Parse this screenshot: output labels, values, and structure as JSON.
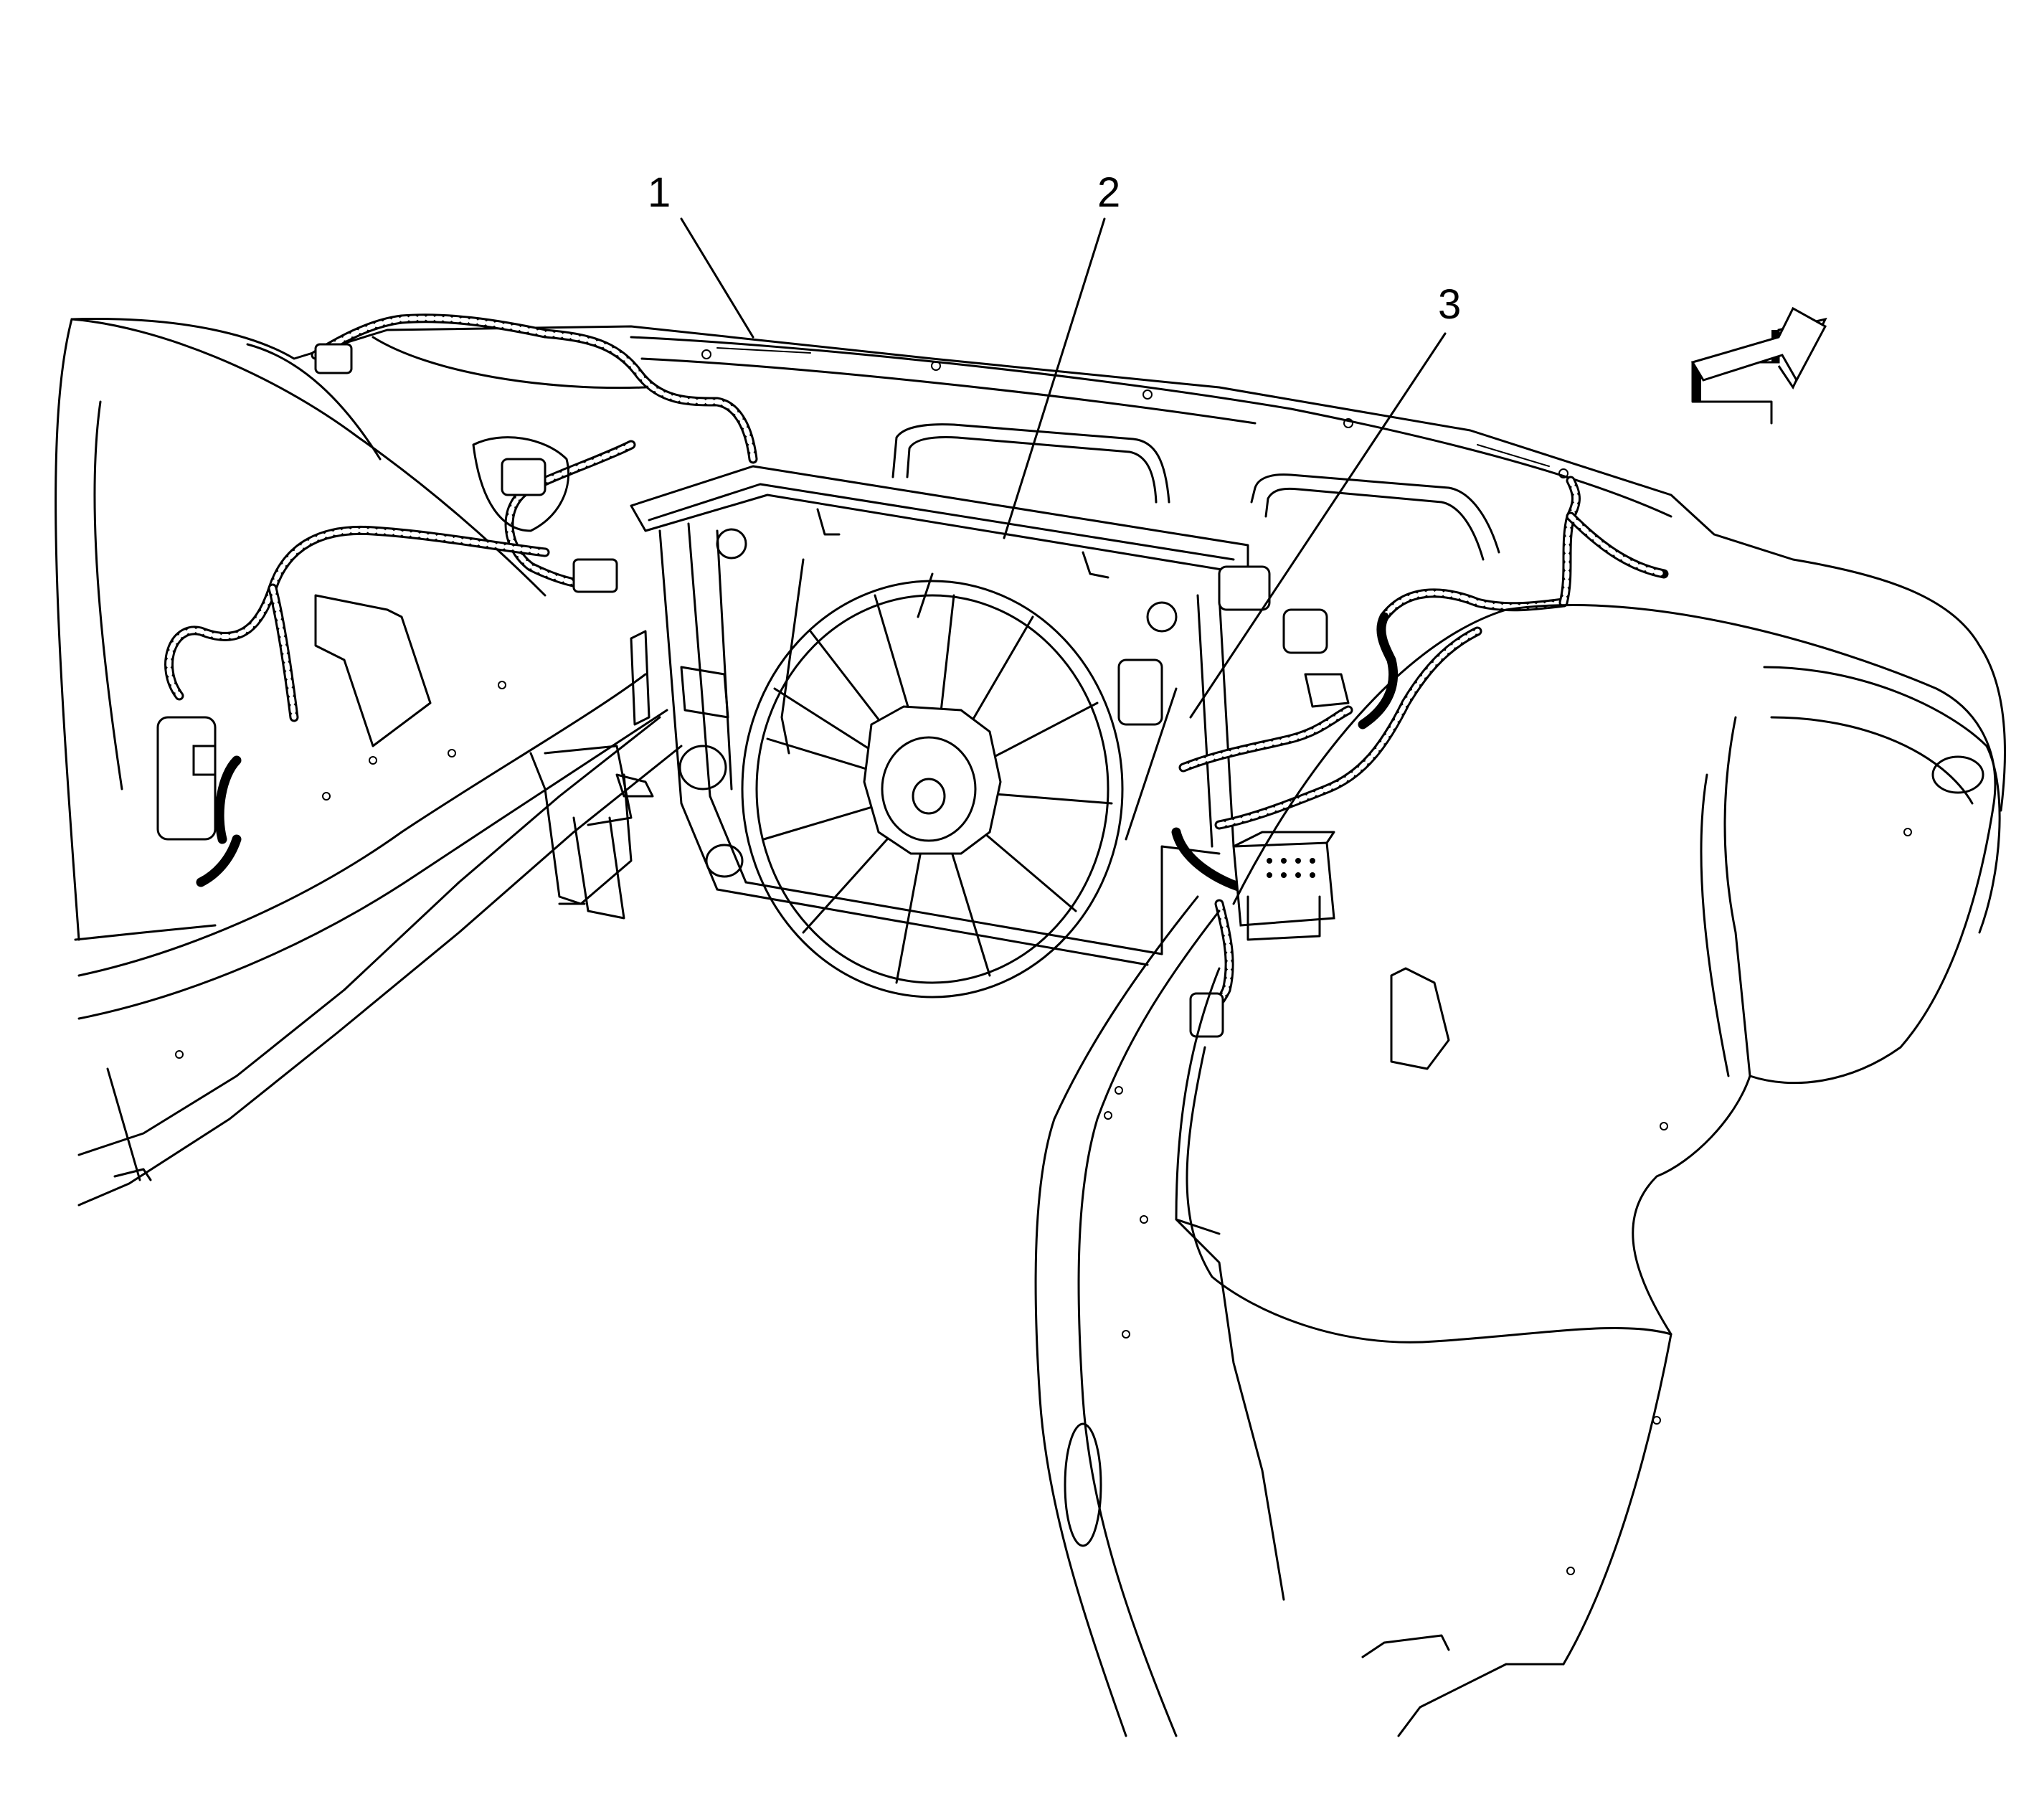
{
  "figure": {
    "callouts": [
      {
        "id": "1",
        "label": "1"
      },
      {
        "id": "2",
        "label": "2"
      },
      {
        "id": "3",
        "label": "3"
      }
    ],
    "direction_arrow_icon": "forward-direction-arrow-icon",
    "colors": {
      "line": "#000000",
      "background": "#ffffff"
    }
  }
}
